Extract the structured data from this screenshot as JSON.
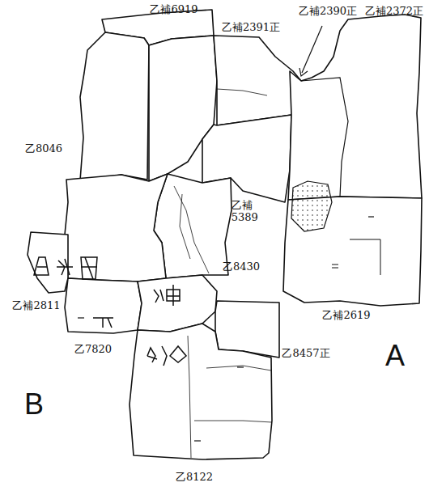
{
  "diagram": {
    "labels": [
      "乙補6919",
      "乙補2391正",
      "乙補2390正",
      "乙補2372正",
      "乙8046",
      "乙補 5389",
      "乙8430",
      "乙補2811",
      "乙7820",
      "乙8457正",
      "乙8122",
      "乙補2619",
      "A",
      "B"
    ]
  }
}
